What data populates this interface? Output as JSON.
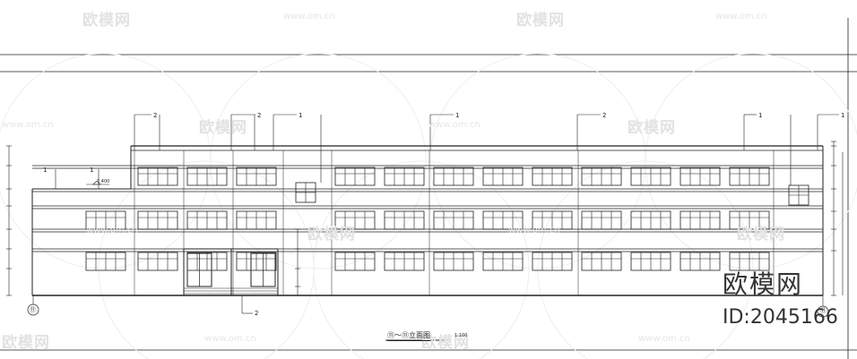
{
  "watermark": {
    "brand_text": "欧模网",
    "url_text": "www.om.cn"
  },
  "brand": {
    "name": "欧模网",
    "id_label": "ID:2045166"
  },
  "drawing": {
    "title": "⑪～⑪立面图",
    "scale": "1:100",
    "elevation_mark": "7.400",
    "axis_left": "⑪",
    "axis_right": "⑪",
    "material_tags": [
      "2",
      "2",
      "1",
      "1",
      "2",
      "1",
      "1",
      "1",
      "1",
      "2"
    ],
    "colors": {
      "line": "#222222",
      "watermark": "#e2e2e2",
      "brand": "#333333"
    }
  }
}
